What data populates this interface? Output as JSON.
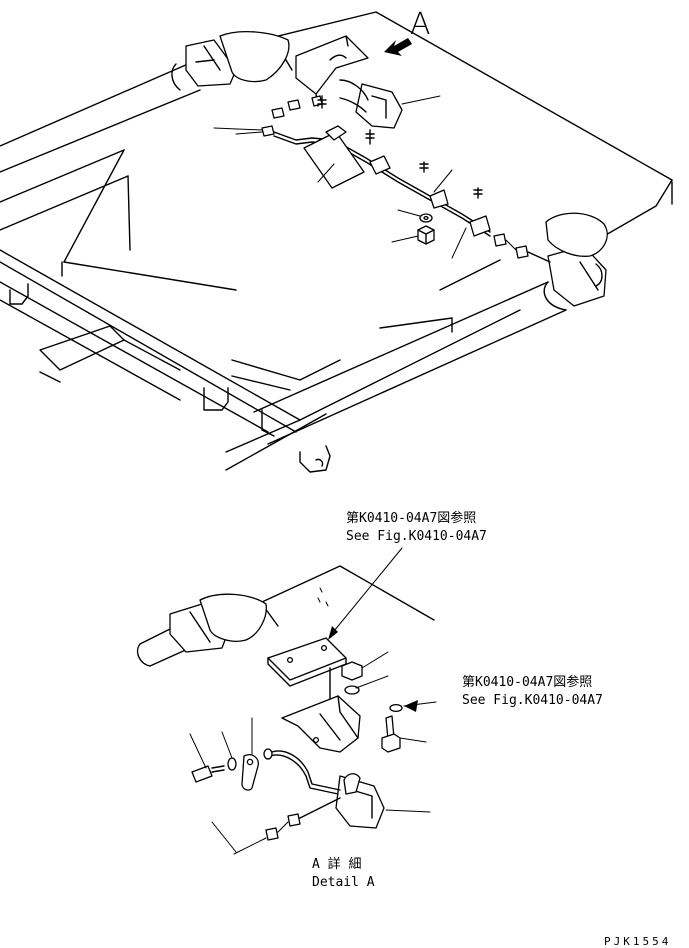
{
  "main_view": {
    "view_marker": "A"
  },
  "detail_view": {
    "ref_top": {
      "jp": "第K0410-04A7図参照",
      "en": "See Fig.K0410-04A7"
    },
    "ref_right": {
      "jp": "第K0410-04A7図参照",
      "en": "See Fig.K0410-04A7"
    },
    "caption": {
      "jp": "A 詳 細",
      "en": "Detail A"
    }
  },
  "drawing_code": "PJK1554"
}
